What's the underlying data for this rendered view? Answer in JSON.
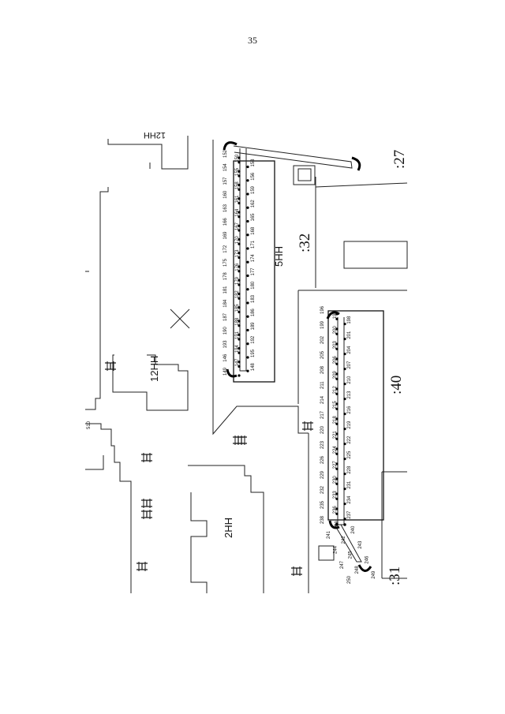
{
  "page_number": "35",
  "plot_labels": [
    ":27",
    ":32",
    ":40",
    ":31"
  ],
  "building_labels": [
    "5HH",
    "12HH",
    "2HH"
  ],
  "top_left_fragment": "12HH",
  "north_route_labels": [
    "152",
    "150",
    "153",
    "154",
    "155",
    "156",
    "157",
    "158",
    "159",
    "160",
    "161",
    "162",
    "163",
    "164",
    "165",
    "166",
    "167",
    "168",
    "169",
    "170",
    "171",
    "172",
    "173",
    "174",
    "175",
    "176",
    "177",
    "178",
    "179",
    "180",
    "181",
    "182",
    "183",
    "184",
    "185",
    "186",
    "187",
    "188",
    "189",
    "190",
    "191",
    "192",
    "193",
    "194",
    "195",
    "146",
    "147",
    "148",
    "149"
  ],
  "south_route_labels": [
    "196",
    "197",
    "198",
    "199",
    "200",
    "201",
    "202",
    "203",
    "204",
    "205",
    "206",
    "207",
    "208",
    "209",
    "210",
    "211",
    "212",
    "213",
    "214",
    "215",
    "216",
    "217",
    "218",
    "219",
    "220",
    "221",
    "222",
    "223",
    "224",
    "225",
    "226",
    "227",
    "228",
    "229",
    "230",
    "231",
    "232",
    "233",
    "234",
    "235",
    "236",
    "237",
    "238",
    "239",
    "240",
    "241",
    "242",
    "243",
    "244",
    "245",
    "246",
    "247",
    "248",
    "249",
    "250"
  ],
  "left_fragment": "510"
}
